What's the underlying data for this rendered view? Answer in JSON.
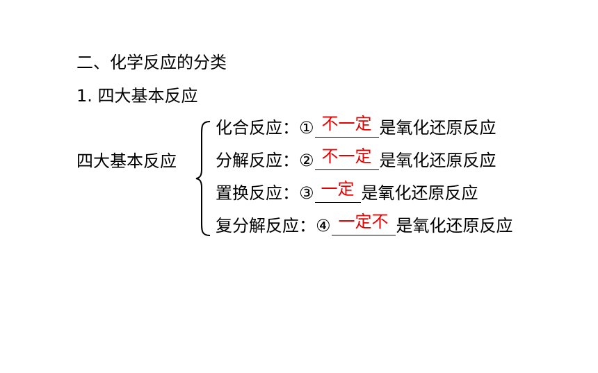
{
  "heading": "二、化学反应的分类",
  "subheading": "1. 四大基本反应",
  "group_label": "四大基本反应",
  "colors": {
    "answer": "#e60000",
    "text": "#000000"
  },
  "rows": [
    {
      "type": "化合反应：",
      "marker": "①",
      "answer": "不一定",
      "suffix": "是氧化还原反应"
    },
    {
      "type": "分解反应：",
      "marker": "②",
      "answer": "不一定",
      "suffix": "是氧化还原反应"
    },
    {
      "type": "置换反应：",
      "marker": "③",
      "answer": "一定",
      "suffix": "是氧化还原反应"
    },
    {
      "type": "复分解反应：",
      "marker": "④",
      "answer": "一定不",
      "suffix": "是氧化还原反应"
    }
  ]
}
